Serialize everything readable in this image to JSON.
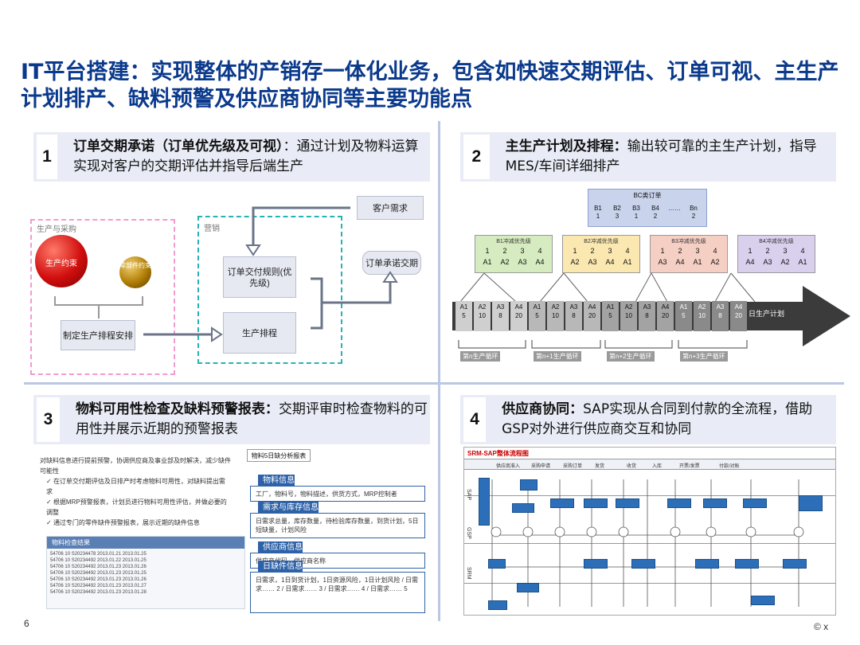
{
  "title": "IT平台搭建：实现整体的产销存一体化业务，包含如快速交期评估、订单可视、主生产计划排产、缺料预警及供应商协同等主要功能点",
  "quadrants": [
    {
      "num": "1",
      "bold": "订单交期承诺（订单优先级及可视）",
      "rest": "：通过计划及物料运算实现对客户的交期评估并指导后端生产"
    },
    {
      "num": "2",
      "bold": "主生产计划及排程：",
      "rest": "输出较可靠的主生产计划，指导MES/车间详细排产"
    },
    {
      "num": "3",
      "bold": "物料可用性检查及缺料预警报表：",
      "rest": "交期评审时检查物料的可用性并展示近期的预警报表"
    },
    {
      "num": "4",
      "bold": "供应商协同：",
      "rest": "SAP实现从合同到付款的全流程，借助GSP对外进行供应商交互和协同"
    }
  ],
  "q1": {
    "group1": "生产与采购",
    "group2": "营销",
    "ball1": "生产约束",
    "ball2": "零部件约束",
    "make_schedule": "制定生产排程安排",
    "customer_demand": "客户需求",
    "order_rule": "订单交付规则(优先级)",
    "production_schedule": "生产排程",
    "order_commit": "订单承诺交期"
  },
  "q2": {
    "bc_title": "BC类订单",
    "bc_cells": [
      [
        "B1",
        "1"
      ],
      [
        "B2",
        "3"
      ],
      [
        "B3",
        "1"
      ],
      [
        "B4",
        "2"
      ],
      [
        "……",
        ""
      ],
      [
        "Bn",
        "2"
      ]
    ],
    "priority_groups": [
      {
        "title": "B1冲减优先级",
        "cells": [
          "1",
          "2",
          "3",
          "4",
          "A1",
          "A2",
          "A3",
          "A4"
        ],
        "color": "#d6ecc0"
      },
      {
        "title": "B2冲减优先级",
        "cells": [
          "1",
          "2",
          "3",
          "4",
          "A2",
          "A3",
          "A4",
          "A1"
        ],
        "color": "#fbe8b0"
      },
      {
        "title": "B3冲减优先级",
        "cells": [
          "1",
          "2",
          "3",
          "4",
          "A3",
          "A4",
          "A1",
          "A2"
        ],
        "color": "#f6cfc4"
      },
      {
        "title": "B4冲减优先级",
        "cells": [
          "1",
          "2",
          "3",
          "4",
          "A4",
          "A3",
          "A2",
          "A1"
        ],
        "color": "#d9d0ee"
      }
    ],
    "plan_cells": [
      [
        "A1",
        "5"
      ],
      [
        "A2",
        "10"
      ],
      [
        "A3",
        "8"
      ],
      [
        "A4",
        "20"
      ],
      [
        "A1",
        "5"
      ],
      [
        "A2",
        "10"
      ],
      [
        "A3",
        "8"
      ],
      [
        "A4",
        "20"
      ],
      [
        "A1",
        "5"
      ],
      [
        "A2",
        "10"
      ],
      [
        "A3",
        "8"
      ],
      [
        "A4",
        "20"
      ],
      [
        "A1",
        "5"
      ],
      [
        "A2",
        "10"
      ],
      [
        "A3",
        "8"
      ],
      [
        "A4",
        "20"
      ]
    ],
    "arrow_label": "日生产计划",
    "cycles": [
      "第n生产循环",
      "第n+1生产循环",
      "第n+2生产循环",
      "第n+3生产循环"
    ]
  },
  "q3": {
    "intro": "对缺料信息进行提前预警，协调供应商及事业部及时解决，减少缺件可能性",
    "bullets": [
      "在订单交付期评估及日排产时考虑物料可用性，对缺料提出需求",
      "根据MRP预警报表，计划员进行物料可用性评估，并做必要的调整",
      "通过专门的零件缺件预警报表，展示近期的缺件信息"
    ],
    "table_title": "物料检查结果",
    "table_rows": [
      "54706    10   S20234478  2013.01.21  2013.01.25",
      "54706    10   S20234492  2013.01.22  2013.01.25",
      "54706    10   S20234492  2013.01.23  2013.01.26",
      "54706    10   S20234492  2013.01.23  2013.01.25",
      "54706    10   S20234492  2013.01.23  2013.01.26",
      "54706    10   S20234492  2013.01.23  2013.01.27",
      "54706    10   S20234492  2013.01.23  2013.01.28"
    ],
    "panel_title": "物料5日缺分析报表",
    "sections": [
      {
        "head": "物料信息",
        "body": "工厂，物料号，物料描述，供货方式，MRP控制者"
      },
      {
        "head": "需求与库存信息",
        "body": "日需求总量，库存数量，待检验库存数量，到货计划，5日短缺量，计划风险"
      },
      {
        "head": "供应商信息",
        "body": "供应商代码，供应商名称"
      },
      {
        "head": "日缺件信息",
        "body": "日需求，1日到货计划，1日资源风险，1日计划风险 / 日需求…… 2 / 日需求…… 3 / 日需求…… 4 / 日需求…… 5"
      }
    ]
  },
  "q4": {
    "title": "SRM-SAP整体流程图",
    "columns": [
      "供应商准入",
      "采购申请",
      "采购订单",
      "发货",
      "收货",
      "入库",
      "开票/发票",
      "付款/对账"
    ],
    "lanes": [
      "SAP",
      "GSP",
      "SRM"
    ]
  },
  "footer": {
    "page": "6",
    "copyright": "© x"
  }
}
